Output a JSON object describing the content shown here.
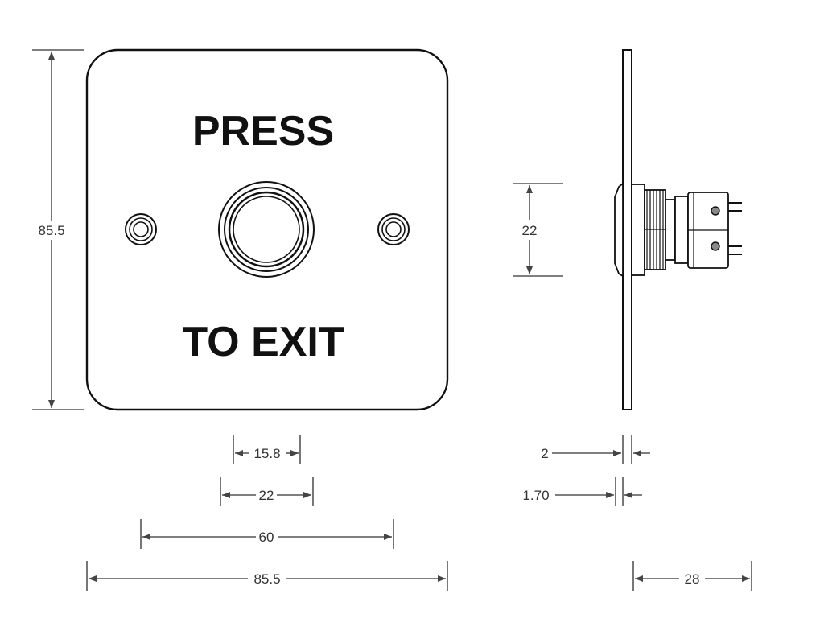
{
  "plate": {
    "line1": "PRESS",
    "line2": "TO EXIT"
  },
  "dimensions": {
    "height_left": "85.5",
    "side_button": "22",
    "inner_button": "15.8",
    "outer_button": "22",
    "hole_spacing": "60",
    "plate_width": "85.5",
    "plate_thickness": "2",
    "flange_thickness": "1.70",
    "depth": "28"
  },
  "colors": {
    "line": "#111111",
    "dimension": "#555555",
    "text": "#333333"
  }
}
